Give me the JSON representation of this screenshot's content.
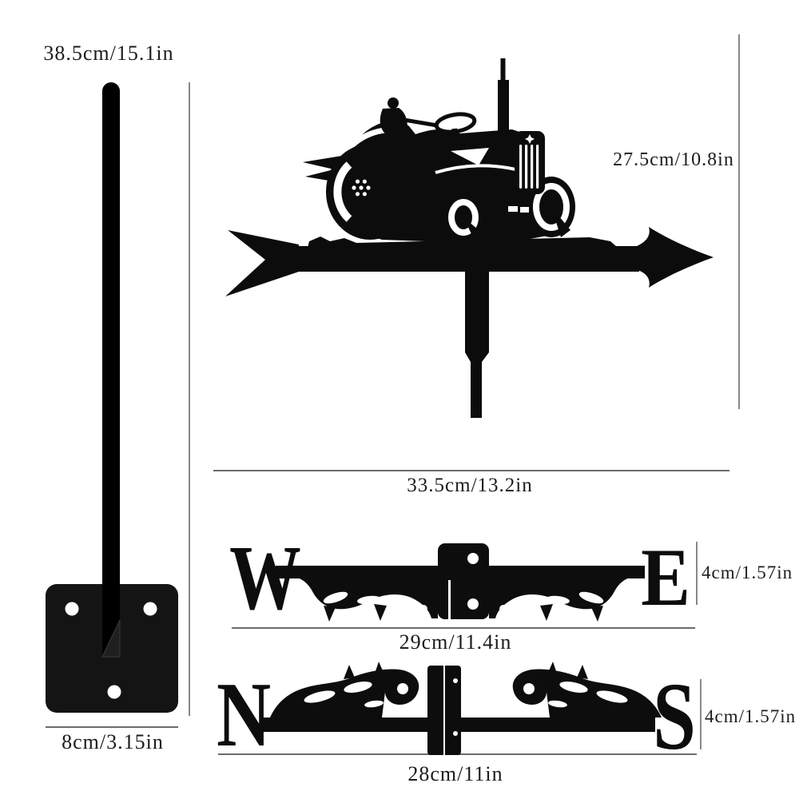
{
  "product": {
    "description": "tractor weathervane dimension diagram",
    "silhouette_color": "#0d0d0d",
    "dimension_line_color": "#6b6b6b",
    "text_color": "#1c1c1c",
    "background_color": "#ffffff"
  },
  "dimensions": {
    "pole_height": "38.5cm/15.1in",
    "vane_height": "27.5cm/10.8in",
    "vane_width": "33.5cm/13.2in",
    "base_width": "8cm/3.15in",
    "we_bar_height": "4cm/1.57in",
    "we_bar_width": "29cm/11.4in",
    "ns_bar_height": "4cm/1.57in",
    "ns_bar_width": "28cm/11in"
  },
  "compass": {
    "west": "W",
    "east": "E",
    "north": "N",
    "south": "S"
  }
}
